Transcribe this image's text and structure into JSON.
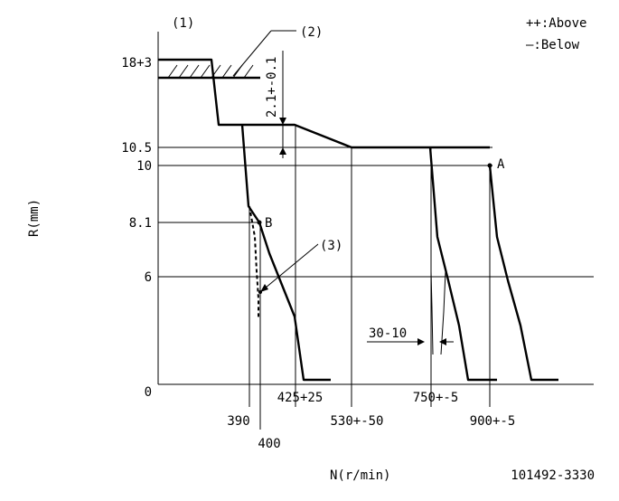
{
  "figure_index": "(1)",
  "legend": {
    "above": "++:Above",
    "below": "—:Below"
  },
  "callouts": {
    "stopper": "(2)",
    "curve": "(3)"
  },
  "dimension": "2.1+-0.1",
  "axis": {
    "y_label": "R(mm)",
    "x_label": "N(r/min)"
  },
  "y_ticks": [
    "18+3",
    "10.5",
    "10",
    "8.1",
    "6",
    "0"
  ],
  "x_ticks": {
    "t390": "390",
    "t400": "400",
    "t425": "425+25",
    "t530": "530+-50",
    "t750": "750+-5",
    "t900": "900+-5"
  },
  "points": {
    "a": "A",
    "b": "B"
  },
  "delta_label": "30-10",
  "part_number": "101492-3330"
}
